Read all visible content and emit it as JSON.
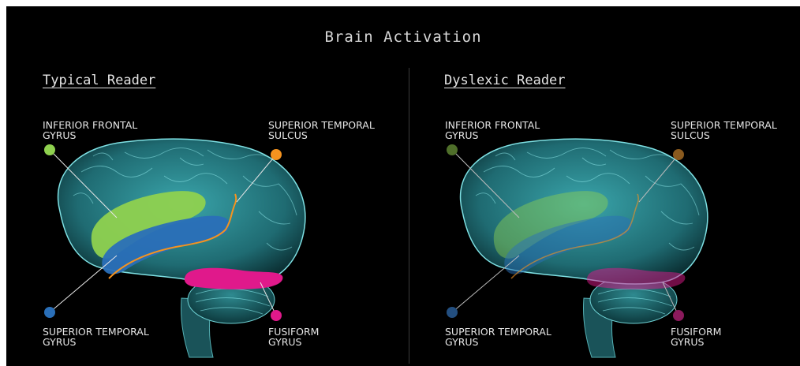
{
  "title": "Brain Activation",
  "panels": [
    {
      "title": "Typical Reader",
      "labels": {
        "inferior_frontal": [
          "INFERIOR FRONTAL",
          "GYRUS"
        ],
        "superior_temporal_sulcus": [
          "SUPERIOR TEMPORAL",
          "SULCUS"
        ],
        "superior_temporal_gyrus": [
          "SUPERIOR TEMPORAL",
          "GYRUS"
        ],
        "fusiform": [
          "FUSIFORM",
          "GYRUS"
        ]
      }
    },
    {
      "title": "Dyslexic Reader",
      "labels": {
        "inferior_frontal": [
          "INFERIOR FRONTAL",
          "GYRUS"
        ],
        "superior_temporal_sulcus": [
          "SUPERIOR TEMPORAL",
          "SULCUS"
        ],
        "superior_temporal_gyrus": [
          "SUPERIOR TEMPORAL",
          "GYRUS"
        ],
        "fusiform": [
          "FUSIFORM",
          "GYRUS"
        ]
      }
    }
  ],
  "colors": {
    "background": "#000000",
    "brain": "#2f8f96",
    "inferior_frontal": "#8fd14f",
    "superior_temporal_sulcus": "#f5931f",
    "superior_temporal_gyrus": "#2a6fb8",
    "fusiform": "#e0198b",
    "inferior_frontal_dim": "#4f6f2a",
    "superior_temporal_sulcus_dim": "#8a5a1e",
    "superior_temporal_gyrus_dim": "#234f80",
    "fusiform_dim": "#8a1a5c"
  }
}
